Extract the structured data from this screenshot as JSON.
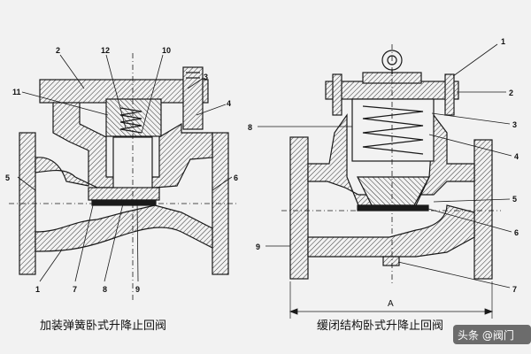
{
  "left_diagram": {
    "caption": "加装弹簧卧式升降止回阀",
    "labels": {
      "l1": "1",
      "l2": "2",
      "l3": "3",
      "l4": "4",
      "l5": "5",
      "l6": "6",
      "l7": "7",
      "l8": "8",
      "l9": "9",
      "l10": "10",
      "l11": "11",
      "l12": "12"
    }
  },
  "right_diagram": {
    "caption": "缓闭结构卧式升降止回阀",
    "dimension_label": "A",
    "labels": {
      "r1": "1",
      "r2": "2",
      "r3": "3",
      "r4": "4",
      "r5": "5",
      "r6": "6",
      "r7": "7",
      "r8": "8",
      "r9": "9"
    }
  },
  "watermark": {
    "text": "头条 @阀门"
  },
  "colors": {
    "background": "#f2f2f2",
    "line": "#1a1a1a",
    "hatch": "#333333",
    "watermark_bg": "#555555"
  }
}
